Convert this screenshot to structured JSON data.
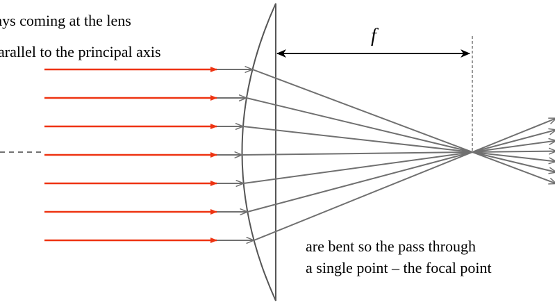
{
  "diagram": {
    "caption_top": [
      "rays coming at the lens",
      "parallel to the principal axis"
    ],
    "caption_bottom": [
      "are bent so the pass through",
      "a single point – the focal point"
    ],
    "focal_label": "f",
    "colors": {
      "incoming_ray": "#ee3311",
      "refracted_ray": "#707070",
      "lens": "#555555",
      "text": "#000000"
    },
    "incoming_ray_count": 7
  }
}
